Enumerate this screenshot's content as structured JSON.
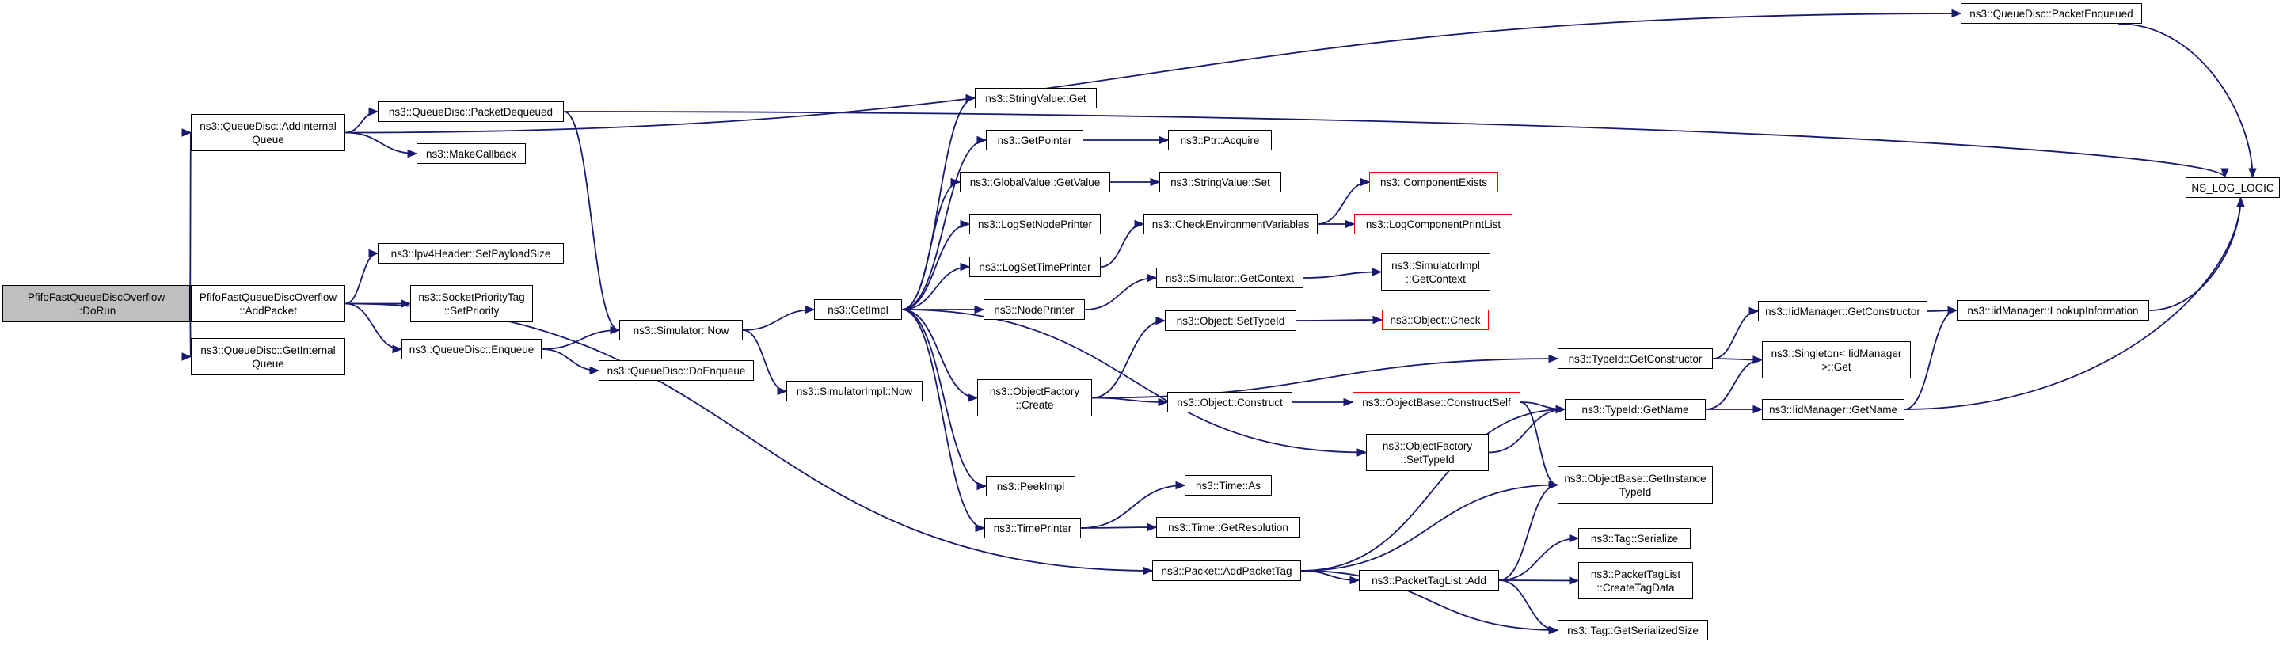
{
  "diagram": {
    "colors": {
      "edge": "#191970",
      "root_fill": "#bfbfbf",
      "missing_border": "#ff0000"
    },
    "nodes": {
      "root": {
        "label": "PfifoFastQueueDiscOverflow\n::DoRun"
      },
      "addInternalQueue": {
        "label": "ns3::QueueDisc::AddInternal\nQueue"
      },
      "addPacket": {
        "label": "PfifoFastQueueDiscOverflow\n::AddPacket"
      },
      "getInternalQueue": {
        "label": "ns3::QueueDisc::GetInternal\nQueue"
      },
      "packetDequeued": {
        "label": "ns3::QueueDisc::PacketDequeued"
      },
      "makeCallback": {
        "label": "ns3::MakeCallback"
      },
      "setPayloadSize": {
        "label": "ns3::Ipv4Header::SetPayloadSize"
      },
      "setPriority": {
        "label": "ns3::SocketPriorityTag\n::SetPriority"
      },
      "enqueue": {
        "label": "ns3::QueueDisc::Enqueue"
      },
      "simNow": {
        "label": "ns3::Simulator::Now"
      },
      "doEnqueue": {
        "label": "ns3::QueueDisc::DoEnqueue"
      },
      "getImpl": {
        "label": "ns3::GetImpl"
      },
      "simImplNow": {
        "label": "ns3::SimulatorImpl::Now"
      },
      "stringValueGet": {
        "label": "ns3::StringValue::Get"
      },
      "getPointer": {
        "label": "ns3::GetPointer"
      },
      "globalValueGetValue": {
        "label": "ns3::GlobalValue::GetValue"
      },
      "logSetNodePrinter": {
        "label": "ns3::LogSetNodePrinter"
      },
      "logSetTimePrinter": {
        "label": "ns3::LogSetTimePrinter"
      },
      "nodePrinter": {
        "label": "ns3::NodePrinter"
      },
      "objectFactoryCreate": {
        "label": "ns3::ObjectFactory\n::Create"
      },
      "peekImpl": {
        "label": "ns3::PeekImpl"
      },
      "timePrinter": {
        "label": "ns3::TimePrinter"
      },
      "ptrAcquire": {
        "label": "ns3::Ptr::Acquire"
      },
      "stringValueSet": {
        "label": "ns3::StringValue::Set"
      },
      "checkEnvVars": {
        "label": "ns3::CheckEnvironmentVariables"
      },
      "simGetContext": {
        "label": "ns3::Simulator::GetContext"
      },
      "objectSetTypeId": {
        "label": "ns3::Object::SetTypeId"
      },
      "objectConstruct": {
        "label": "ns3::Object::Construct"
      },
      "objectFactorySetTypeId": {
        "label": "ns3::ObjectFactory\n::SetTypeId"
      },
      "timeAs": {
        "label": "ns3::Time::As"
      },
      "timeGetResolution": {
        "label": "ns3::Time::GetResolution"
      },
      "packetAddPacketTag": {
        "label": "ns3::Packet::AddPacketTag"
      },
      "componentExists": {
        "label": "ns3::ComponentExists"
      },
      "logComponentPrintList": {
        "label": "ns3::LogComponentPrintList"
      },
      "simImplGetContext": {
        "label": "ns3::SimulatorImpl\n::GetContext"
      },
      "objectCheck": {
        "label": "ns3::Object::Check"
      },
      "objectBaseConstructSelf": {
        "label": "ns3::ObjectBase::ConstructSelf"
      },
      "packetTagListAdd": {
        "label": "ns3::PacketTagList::Add"
      },
      "typeIdGetConstructor": {
        "label": "ns3::TypeId::GetConstructor"
      },
      "typeIdGetName": {
        "label": "ns3::TypeId::GetName"
      },
      "objectBaseGetInstanceTypeId": {
        "label": "ns3::ObjectBase::GetInstance\nTypeId"
      },
      "tagSerialize": {
        "label": "ns3::Tag::Serialize"
      },
      "packetTagListCreateTagData": {
        "label": "ns3::PacketTagList\n::CreateTagData"
      },
      "tagGetSerializedSize": {
        "label": "ns3::Tag::GetSerializedSize"
      },
      "iidGetConstructor": {
        "label": "ns3::IidManager::GetConstructor"
      },
      "singletonGet": {
        "label": "ns3::Singleton< IidManager\n >::Get"
      },
      "iidGetName": {
        "label": "ns3::IidManager::GetName"
      },
      "iidLookupInformation": {
        "label": "ns3::IidManager::LookupInformation"
      },
      "packetEnqueued": {
        "label": "ns3::QueueDisc::PacketEnqueued"
      },
      "nsLogLogic": {
        "label": "NS_LOG_LOGIC"
      }
    }
  }
}
